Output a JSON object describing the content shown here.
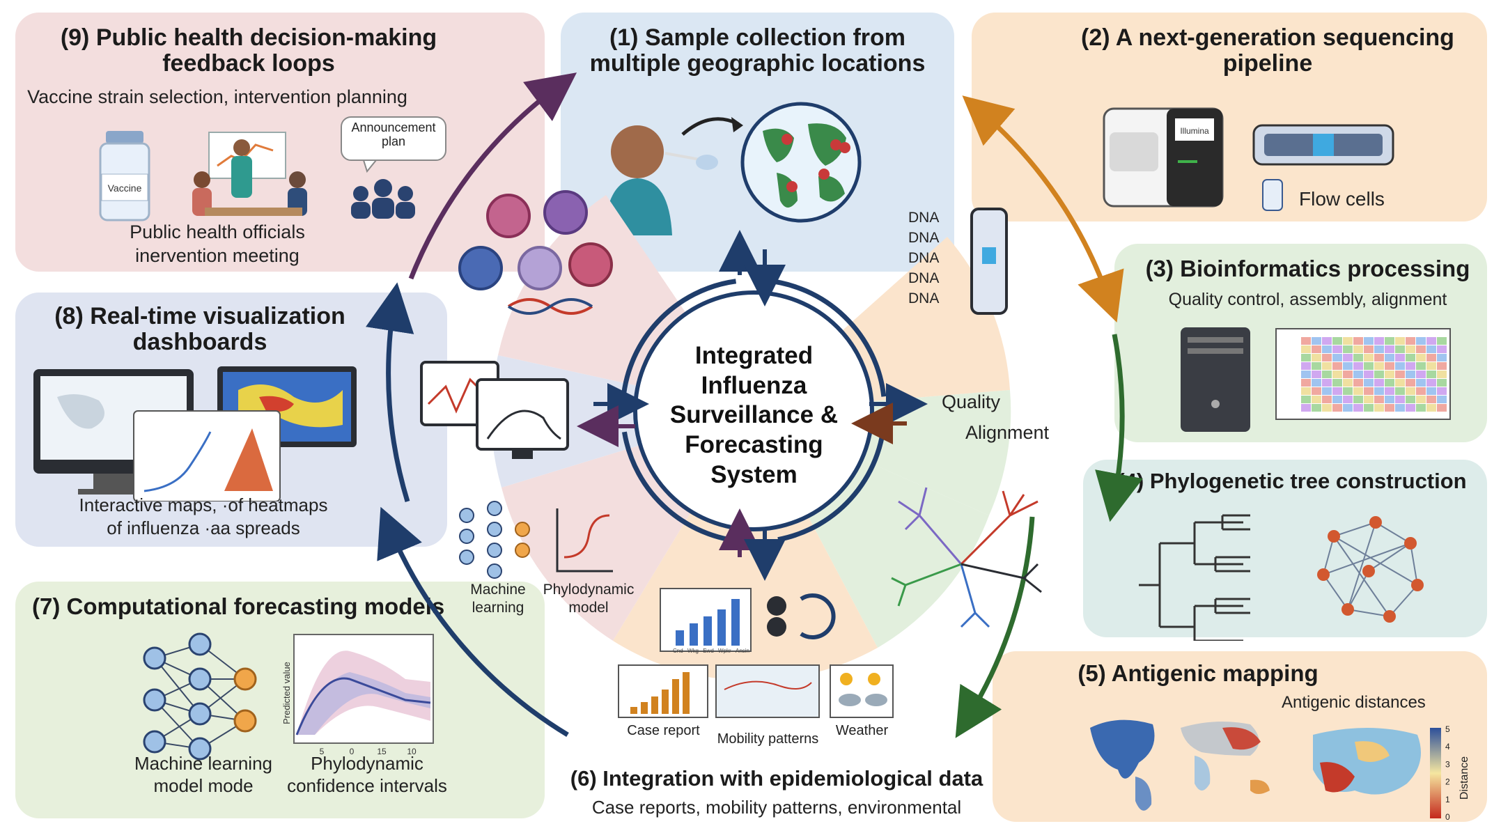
{
  "colors": {
    "panel_health": "#f3dede",
    "panel_sample": "#dbe7f3",
    "panel_ngs": "#fbe5cc",
    "panel_bioinf": "#e2efdd",
    "panel_phylo": "#ddecea",
    "panel_antigenic": "#fbe5cc",
    "panel_epi": "#ffffff",
    "panel_forecast": "#e7f0dc",
    "panel_viz": "#dfe4f1",
    "ring_navy": "#1f3d6b",
    "ring_green": "#2e6b2e",
    "ring_orange": "#d1821f",
    "ring_purple": "#5a2e5e"
  },
  "center": {
    "title": "Integrated Influenza Surveillance & Forecasting System"
  },
  "panels": {
    "health": {
      "title": "(9) Public health decision-making feedback loops",
      "subtitle": "Vaccine strain selection, intervention planning",
      "vaccine_label": "Vaccine",
      "announcement": "Announcement plan",
      "caption_line1": "Public health officials",
      "caption_line2": "inervention meeting"
    },
    "sample": {
      "title": "(1) Sample collection from multiple geographic locations",
      "icons": [
        "person-swab-icon",
        "globe-icon",
        "map-pin-icon"
      ]
    },
    "ngs": {
      "title": "(2) A next-generation sequencing pipeline",
      "sequencer_label": "Illumina",
      "flow_cells": "Flow cells"
    },
    "bioinf": {
      "title": "(3) Bioinformatics processing",
      "subtitle": "Quality control, assembly, alignment"
    },
    "phylo": {
      "title": "(4) Phylogenetic tree construction"
    },
    "antigenic": {
      "title": "(5) Antigenic mapping",
      "distances": "Antigenic distances",
      "axis_label": "Distance",
      "scale_ticks": [
        "5",
        "4",
        "3",
        "2",
        "1",
        "0"
      ]
    },
    "epi": {
      "title": "(6) Integration with epidemiological data",
      "subtitle": "Case reports, mobility patterns, environmental"
    },
    "forecast": {
      "title": "(7) Computational forecasting models",
      "ml_line1": "Machine learning",
      "ml_line2": "model mode",
      "phylo_line1": "Phylodynamic",
      "phylo_line2": "confidence intervals",
      "y_axis": "Predicted value",
      "x_ticks": [
        "5",
        "0",
        "15",
        "10"
      ]
    },
    "viz": {
      "title": "(8) Real-time visualization dashboards",
      "caption_line1": "Interactive maps, ·of heatmaps",
      "caption_line2": "of influenza ·aa spreads"
    }
  },
  "ring": {
    "dna_labels": [
      "DNA",
      "DNA",
      "DNA",
      "DNA",
      "DNA"
    ],
    "quality": "Quality",
    "alignment": "Alignment",
    "ml_line1": "Machine",
    "ml_line2": "learning",
    "phylo_line1": "Phylodynamic",
    "phylo_line2": "model",
    "case_report": "Case report",
    "mobility": "Mobility patterns",
    "weather": "Weather",
    "bar_ticks": [
      "Cnd",
      "Wkg",
      "Ewd",
      "Wpkr",
      "Ansin"
    ]
  }
}
